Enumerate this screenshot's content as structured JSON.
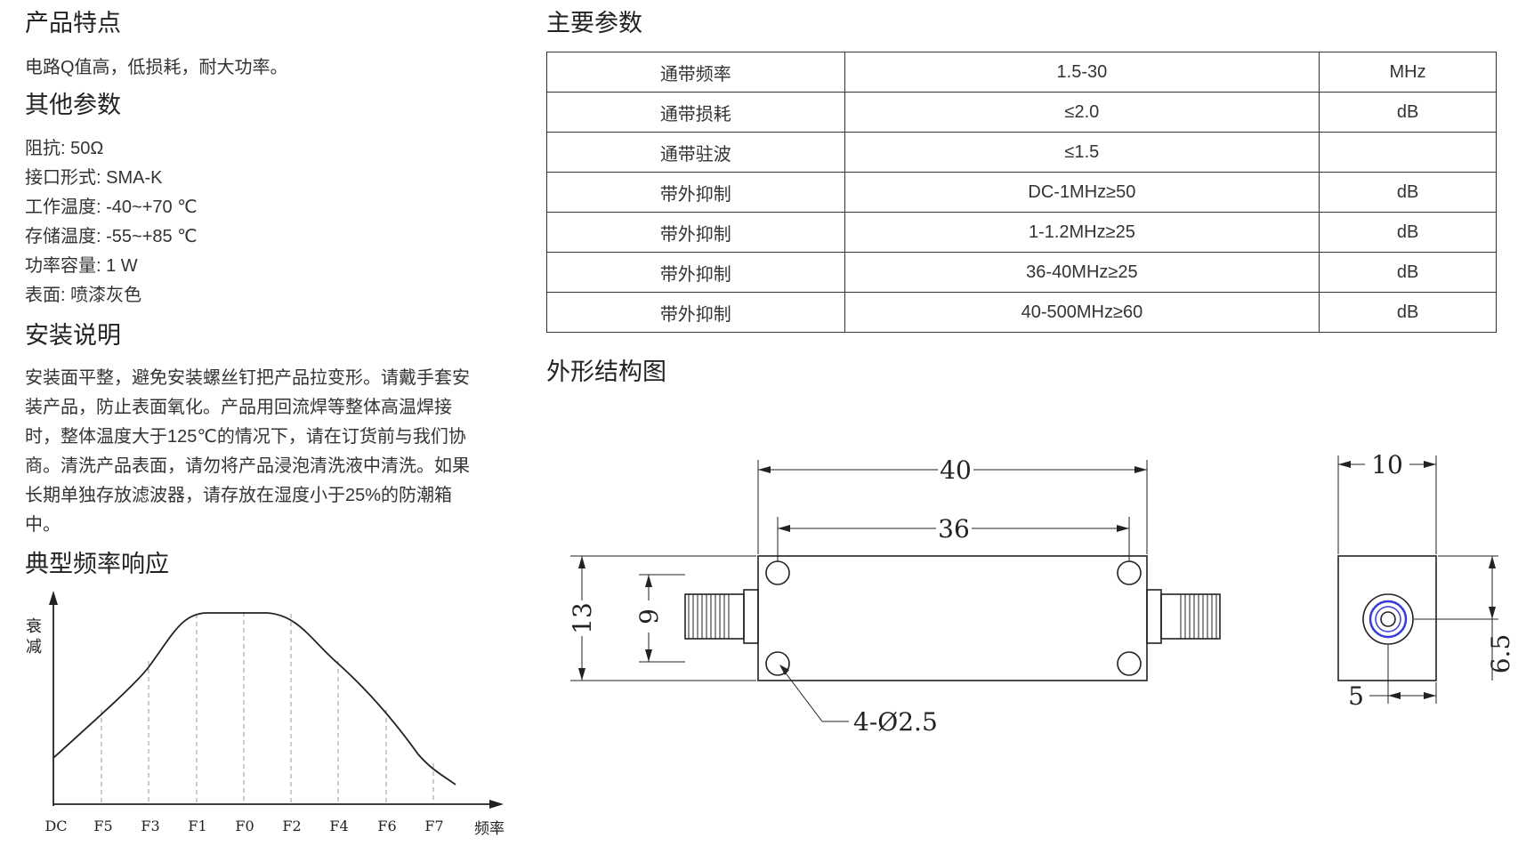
{
  "features": {
    "title": "产品特点",
    "text": "电路Q值高，低损耗，耐大功率。"
  },
  "other_params": {
    "title": "其他参数",
    "items": [
      "阻抗: 50Ω",
      "接口形式: SMA-K",
      "工作温度: -40~+70 ℃",
      "存储温度: -55~+85 ℃",
      "功率容量: 1 W",
      "表面: 喷漆灰色"
    ]
  },
  "install": {
    "title": "安装说明",
    "lines": [
      "安装面平整，避免安装螺丝钉把产品拉变形。请戴手套安",
      "装产品，防止表面氧化。产品用回流焊等整体高温焊接",
      "时，整体温度大于125℃的情况下，请在订货前与我们协",
      "商。清洗产品表面，请勿将产品浸泡清洗液中清洗。如果",
      "长期单独存放滤波器，请存放在湿度小于25%的防潮箱",
      "中。"
    ]
  },
  "response": {
    "title": "典型频率响应",
    "y_label_1": "衰",
    "y_label_2": "减",
    "x_label": "频率",
    "ticks": [
      "DC",
      "F5",
      "F3",
      "F1",
      "F0",
      "F2",
      "F4",
      "F6",
      "F7"
    ]
  },
  "main_params": {
    "title": "主要参数",
    "rows": [
      {
        "name": "通带频率",
        "value": "1.5-30",
        "unit": "MHz"
      },
      {
        "name": "通带损耗",
        "value": "≤2.0",
        "unit": "dB"
      },
      {
        "name": "通带驻波",
        "value": "≤1.5",
        "unit": ""
      },
      {
        "name": "带外抑制",
        "value": "DC-1MHz≥50",
        "unit": "dB"
      },
      {
        "name": "带外抑制",
        "value": "1-1.2MHz≥25",
        "unit": "dB"
      },
      {
        "name": "带外抑制",
        "value": "36-40MHz≥25",
        "unit": "dB"
      },
      {
        "name": "带外抑制",
        "value": "40-500MHz≥60",
        "unit": "dB"
      }
    ]
  },
  "outline": {
    "title": "外形结构图",
    "dim_length": "40",
    "dim_hole_spacing": "36",
    "dim_height": "13",
    "dim_connector": "9",
    "dim_holes": "4-Ø2.5",
    "dim_width": "10",
    "dim_side_offset": "5",
    "dim_side_height": "6.5"
  }
}
